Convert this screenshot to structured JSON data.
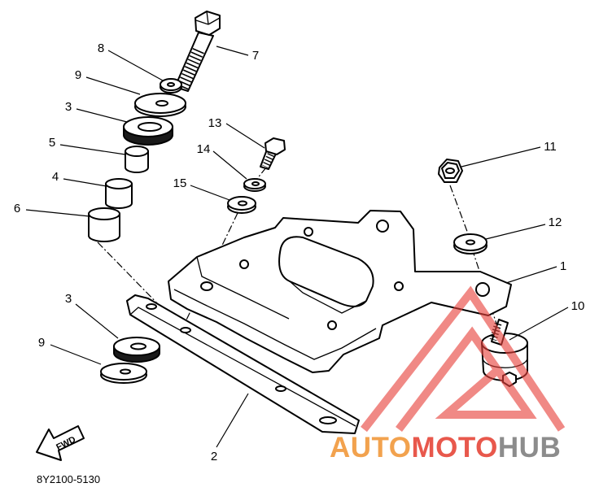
{
  "callouts": [
    "7",
    "8",
    "9",
    "3",
    "5",
    "4",
    "6",
    "13",
    "14",
    "15",
    "11",
    "12",
    "1",
    "10",
    "3",
    "9",
    "2"
  ],
  "fwd_arrow": {
    "label": "FWD"
  },
  "part_code": "8Y2100-5130",
  "watermark": {
    "word_1": "AUTO",
    "word_2": "MOTO",
    "word_3": "HUB"
  },
  "colors": {
    "line": "#000000",
    "background": "#ffffff",
    "watermark_orange": "#f2a24e",
    "watermark_red": "#e8584c",
    "watermark_grey": "#8c8c8c",
    "watermark_triangle": "#e8423c"
  }
}
